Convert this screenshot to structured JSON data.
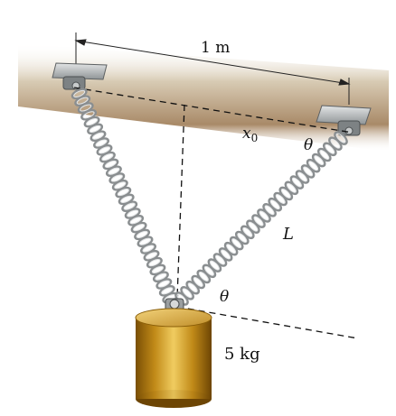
{
  "labels": {
    "span": "1 m",
    "x0": "x",
    "x0_sub": "0",
    "theta_top": "θ",
    "theta_bottom": "θ",
    "length": "L",
    "mass": "5 kg"
  },
  "colors": {
    "ceiling": "#9c8062",
    "ceiling_light": "#d6c8b0",
    "bracket": "#a9acae",
    "spring": "#8a8e90",
    "spring_highlight": "#e6e8e9",
    "block_gold": "#c9941e",
    "block_dark": "#8a5e08",
    "block_top": "#e4b448"
  }
}
